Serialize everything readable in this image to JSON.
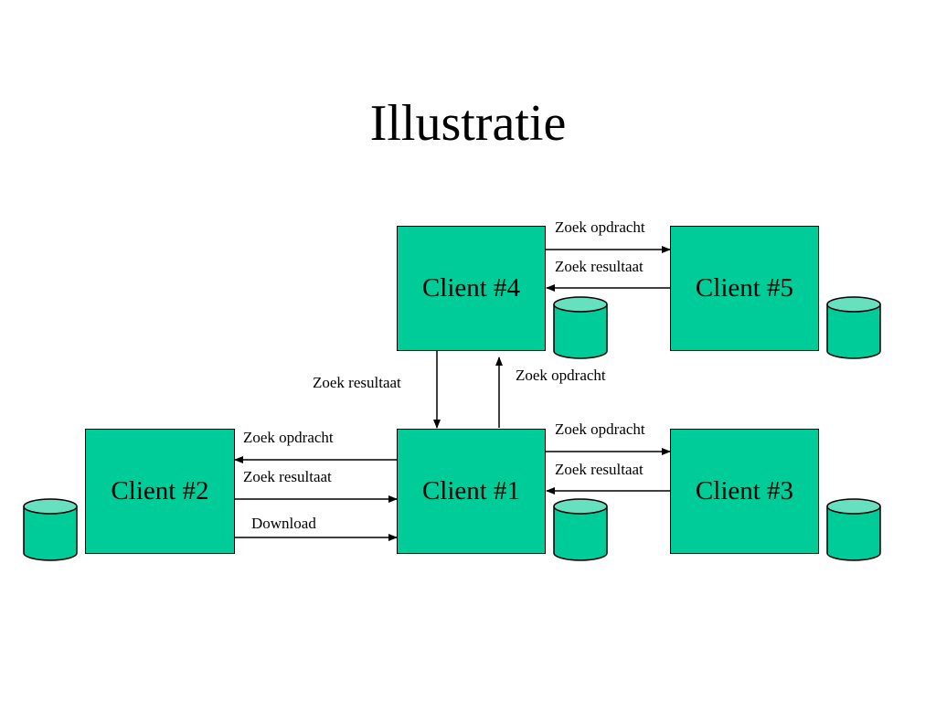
{
  "title": "Illustratie",
  "colors": {
    "node_fill": "#00cc99",
    "db_body": "#00cc99",
    "db_top": "#66e0bf",
    "stroke": "#000000"
  },
  "nodes": [
    {
      "id": "client4",
      "label": "Client #4"
    },
    {
      "id": "client5",
      "label": "Client #5"
    },
    {
      "id": "client2",
      "label": "Client #2"
    },
    {
      "id": "client1",
      "label": "Client #1"
    },
    {
      "id": "client3",
      "label": "Client #3"
    }
  ],
  "edges": [
    {
      "from": "client4",
      "to": "client5",
      "label": "Zoek opdracht"
    },
    {
      "from": "client5",
      "to": "client4",
      "label": "Zoek resultaat"
    },
    {
      "from": "client4",
      "to": "client1",
      "label": "Zoek resultaat"
    },
    {
      "from": "client1",
      "to": "client4",
      "label": "Zoek opdracht"
    },
    {
      "from": "client1",
      "to": "client2",
      "label": "Zoek opdracht"
    },
    {
      "from": "client2",
      "to": "client1",
      "label": "Zoek resultaat"
    },
    {
      "from": "client2",
      "to": "client1",
      "label": "Download"
    },
    {
      "from": "client1",
      "to": "client3",
      "label": "Zoek opdracht"
    },
    {
      "from": "client3",
      "to": "client1",
      "label": "Zoek resultaat"
    }
  ]
}
